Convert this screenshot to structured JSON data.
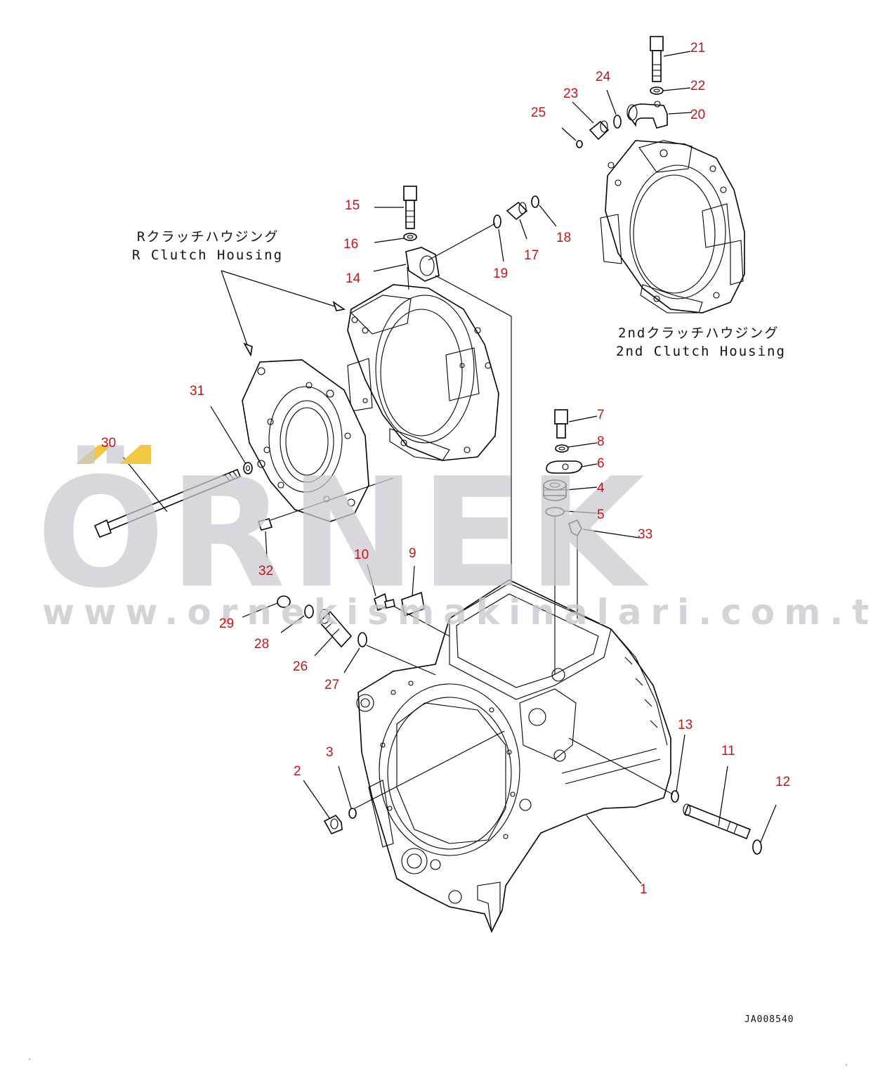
{
  "captions": {
    "r_clutch_jp": "Rクラッチハウジング",
    "r_clutch_en": "R Clutch Housing",
    "second_clutch_jp": "2ndクラッチハウジング",
    "second_clutch_en": "2nd Clutch Housing"
  },
  "drawing_code": "JA008540",
  "watermark": {
    "brand": "ÖRNEK",
    "url": "www.ornekismakinalari.com.tr",
    "colors": {
      "gray": "#c9c9d1",
      "gold": "#f2c744"
    }
  },
  "label_color": "#c0161b",
  "part_labels": {
    "p1": "1",
    "p2": "2",
    "p3": "3",
    "p4": "4",
    "p5": "5",
    "p6": "6",
    "p7": "7",
    "p8": "8",
    "p9": "9",
    "p10": "10",
    "p11": "11",
    "p12": "12",
    "p13": "13",
    "p14": "14",
    "p15": "15",
    "p16": "16",
    "p17": "17",
    "p18": "18",
    "p19": "19",
    "p20": "20",
    "p21": "21",
    "p22": "22",
    "p23": "23",
    "p24": "24",
    "p25": "25",
    "p26": "26",
    "p27": "27",
    "p28": "28",
    "p29": "29",
    "p30": "30",
    "p31": "31",
    "p32": "32",
    "p33": "33"
  }
}
